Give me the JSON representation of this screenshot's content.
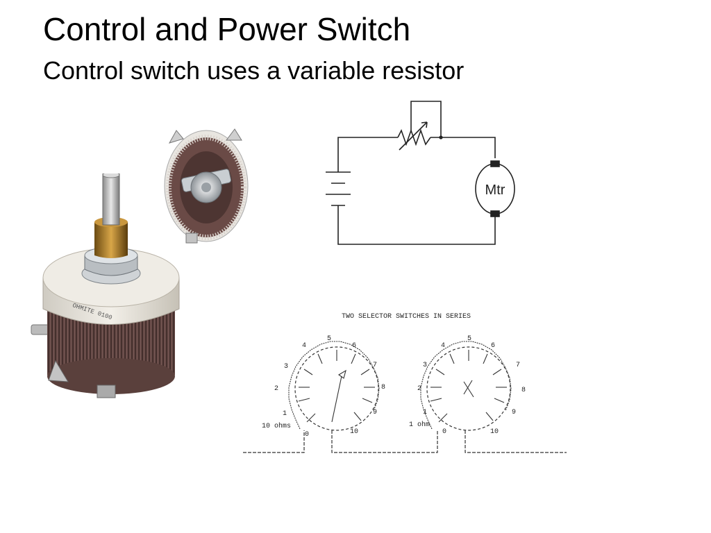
{
  "slide": {
    "title": "Control and Power Switch",
    "subtitle": "Control switch uses a variable resistor"
  },
  "motor_circuit": {
    "motor_label": "Mtr"
  },
  "selector_diagram": {
    "caption": "TWO SELECTOR  SWITCHES IN SERIES",
    "left_switch": {
      "positions": [
        "0",
        "1",
        "2",
        "3",
        "4",
        "5",
        "6",
        "7",
        "8",
        "9",
        "10"
      ],
      "rating_label": "10 ohms"
    },
    "right_switch": {
      "positions": [
        "0",
        "1",
        "2",
        "3",
        "4",
        "5",
        "6",
        "7",
        "8",
        "9",
        "10"
      ],
      "rating_label": "1 ohm"
    }
  },
  "rheostat_photo": {
    "printed_marking": "OHMITE 0100"
  }
}
